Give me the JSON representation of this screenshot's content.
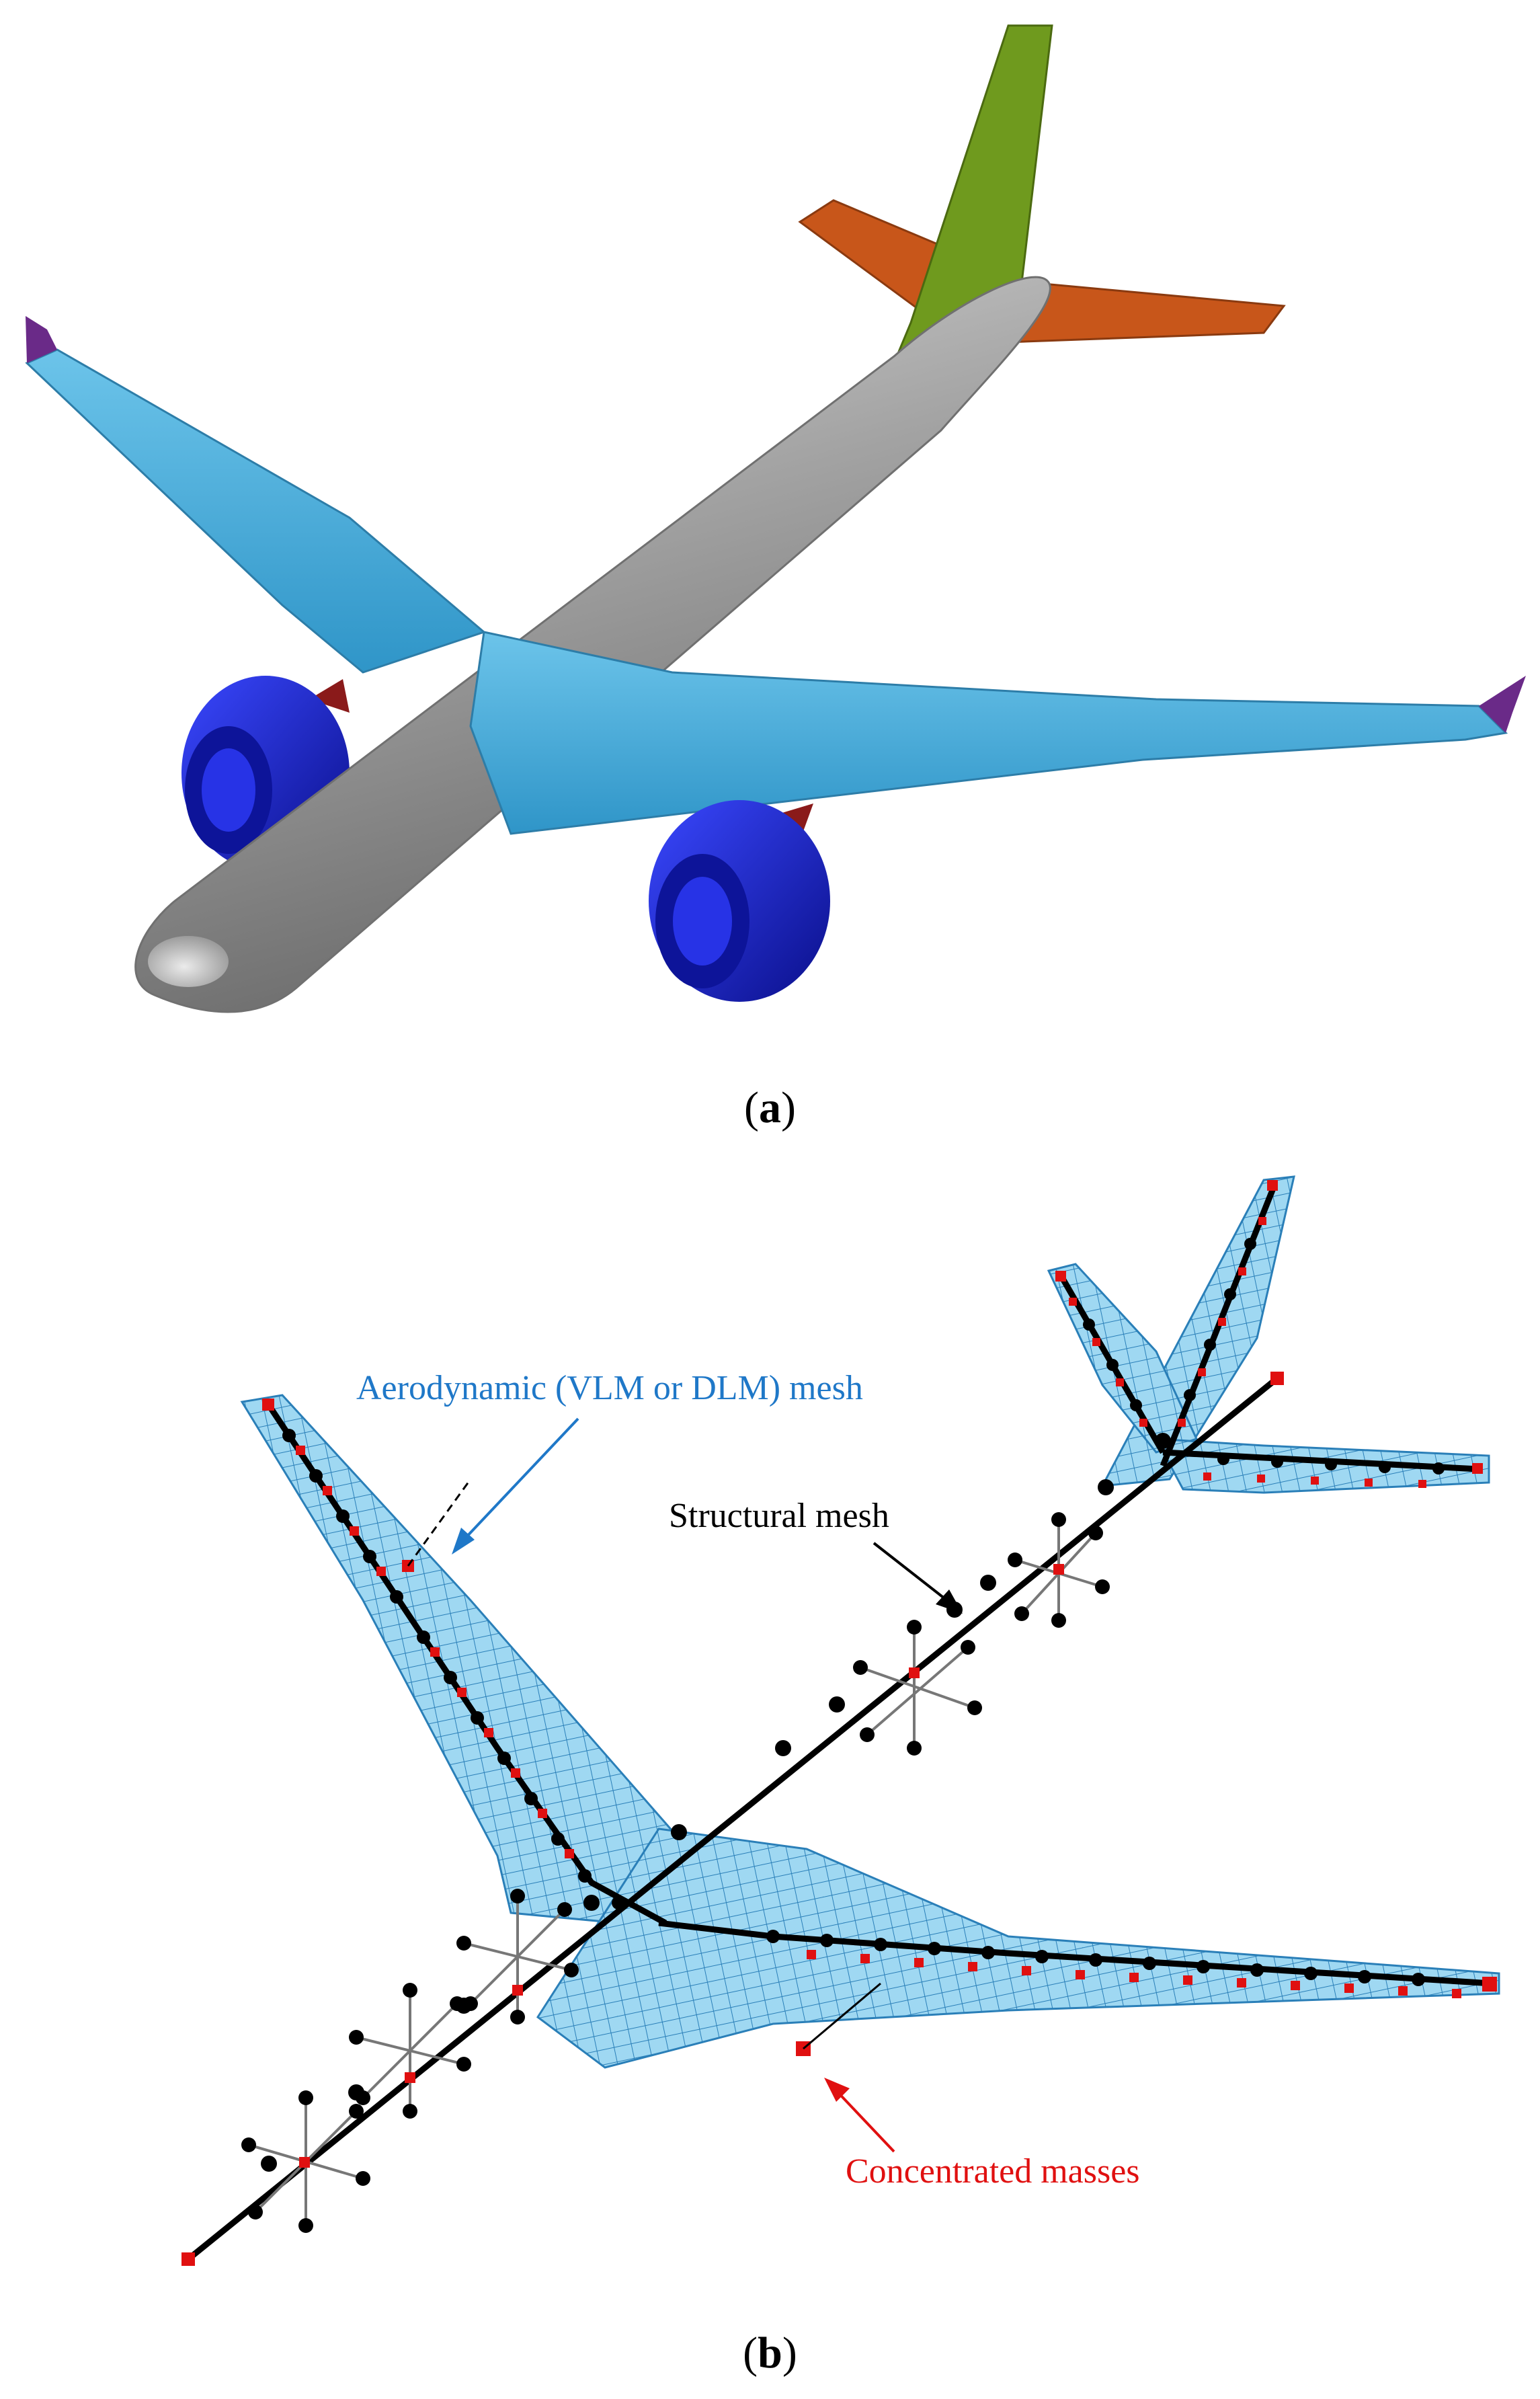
{
  "panels": [
    {
      "id": "a",
      "caption_open": "(",
      "caption_letter": "a",
      "caption_close": ")"
    },
    {
      "id": "b",
      "caption_open": "(",
      "caption_letter": "b",
      "caption_close": ")"
    }
  ],
  "callouts": {
    "aero_mesh": "Aerodynamic (VLM or DLM) mesh",
    "structural_mesh": "Structural mesh",
    "concentrated_masses": "Concentrated masses"
  },
  "colors": {
    "fuselage": "#9a9a9a",
    "wing": "#4aaedb",
    "winglet": "#6a2a88",
    "vertical_tail": "#6f9a1e",
    "horizontal_tail": "#c8561a",
    "engine": "#1822c8",
    "pylon": "#8a1a1a",
    "aero_mesh_fill": "#9fd8f2",
    "aero_mesh_line": "#2a7fb8",
    "structural_node": "#000000",
    "mass_node": "#e01010",
    "aero_label": "#1f78c8",
    "mass_label": "#e01010",
    "structural_label": "#000000"
  }
}
